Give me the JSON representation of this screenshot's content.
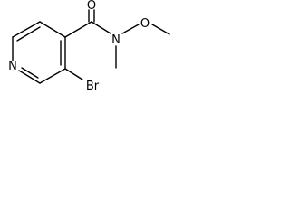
{
  "molecule": {
    "atoms": {
      "ring_n": "N",
      "bromine": "Br",
      "carbonyl_o": "O",
      "amide_n": "N",
      "ether_o": "O"
    }
  }
}
